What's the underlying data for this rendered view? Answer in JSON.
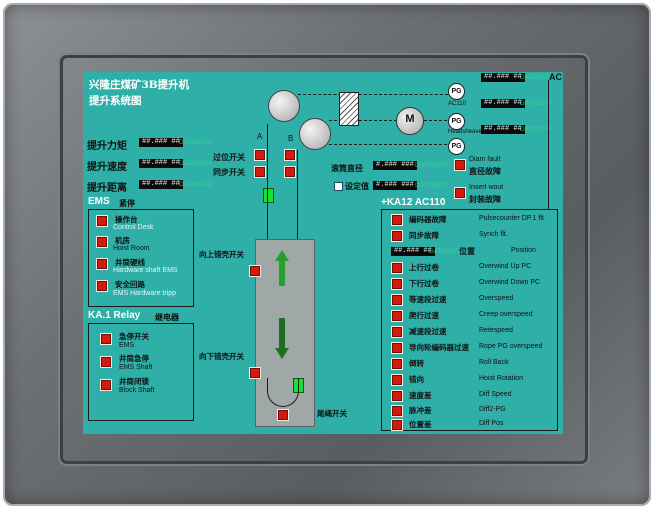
{
  "screen": {
    "title_line1": "兴隆庄煤矿3B提升机",
    "title_line2": "提升系统图",
    "top_right_label": "AC",
    "pg_label": "PG",
    "motor_label": "M",
    "ac110_small": "AC110",
    "headsheave": "Headsheave",
    "label_a": "A",
    "label_b": "B"
  },
  "left_metrics": [
    {
      "label": "提升力矩",
      "value": "##.### ##",
      "data": "DATADATA"
    },
    {
      "label": "提升速度",
      "value": "##.### ##",
      "data": "DATADATA"
    },
    {
      "label": "提升距离",
      "value": "##.### ##",
      "data": "DATADATA"
    }
  ],
  "top_displays": [
    {
      "value": "##.### ##",
      "data": "DATADATA"
    },
    {
      "value": "##.### ##",
      "data": "DATADATA"
    },
    {
      "value": "##.### ##",
      "data": "DATADATA"
    }
  ],
  "skip_switches": {
    "over_travel": "过位开关",
    "sync": "同步开关"
  },
  "center": {
    "drum_diameter_label": "滚筒直径",
    "drum_diameter_value": "#.### ###",
    "drum_diameter_data": "DATADATA",
    "set_value_label": "设定值",
    "set_value_value": "#.### ###",
    "set_value_data": "DATADATA",
    "up_decel": "向上错壳开关",
    "down_decel": "向下错壳开关",
    "tail_switch": "尾绳开关"
  },
  "diam_fault": {
    "en": "Diam fault",
    "cn": "直径故障"
  },
  "insert_wout": {
    "en": "Insert wout",
    "cn": "封装故障"
  },
  "ems": {
    "header": "EMS",
    "header_cn": "紧停",
    "items": [
      {
        "cn": "操作台",
        "en": "Control Desk"
      },
      {
        "cn": "机房",
        "en": "Hoist Room"
      },
      {
        "cn": "井筒硬线",
        "en": "Hardware shaft EMS"
      },
      {
        "cn": "安全回路",
        "en": "EMS Hardware tripp"
      }
    ]
  },
  "relay": {
    "header": "KA.1 Relay",
    "header_cn": "继电器",
    "items": [
      {
        "cn": "急停开关",
        "en": "EMS"
      },
      {
        "cn": "井筒急停",
        "en": "EMS Shaft"
      },
      {
        "cn": "井筒闭锁",
        "en": "Block Shaft"
      }
    ]
  },
  "ka12": {
    "header": "+KA12 AC110",
    "position_value": "##.### ##",
    "position_data": "DATADATA",
    "position_cn": "位置",
    "position_en": "Position",
    "items": [
      {
        "cn": "编码器故障",
        "en": "Pulsecounter DP.1 flt"
      },
      {
        "cn": "同步故障",
        "en": "Synch flt."
      },
      {
        "cn": "上行过卷",
        "en": "Overwind Up PC"
      },
      {
        "cn": "下行过卷",
        "en": "Overwind Down PC"
      },
      {
        "cn": "等速段过速",
        "en": "Overspeed"
      },
      {
        "cn": "爬行过速",
        "en": "Creep overspeed"
      },
      {
        "cn": "减速段过速",
        "en": "Retespeed"
      },
      {
        "cn": "导向轮编码器过速",
        "en": "Rope PG overspeed"
      },
      {
        "cn": "倒转",
        "en": "Roll Back"
      },
      {
        "cn": "错向",
        "en": "Hoist Rotation"
      },
      {
        "cn": "速度差",
        "en": "Diff Speed"
      },
      {
        "cn": "脉冲差",
        "en": "Diff2-PG"
      },
      {
        "cn": "位置差",
        "en": "Diff Pos"
      }
    ]
  }
}
